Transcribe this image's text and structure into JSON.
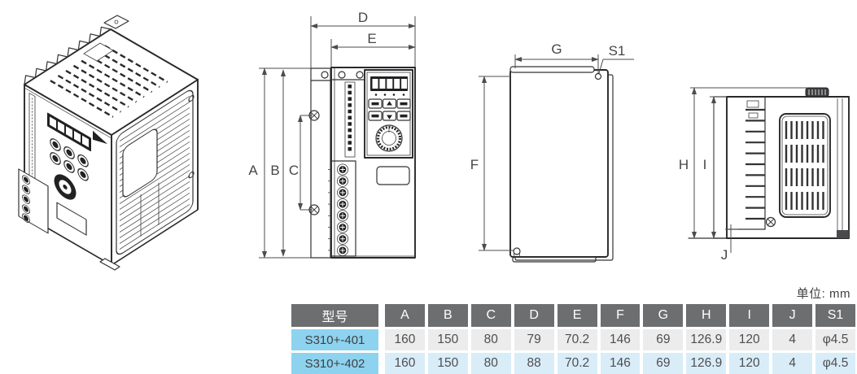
{
  "unit_label": "单位: mm",
  "dims": {
    "front": {
      "a": "A",
      "b": "B",
      "c": "C",
      "d": "D",
      "e": "E"
    },
    "back": {
      "f": "F",
      "g": "G",
      "s1": "S1"
    },
    "side": {
      "h": "H",
      "i": "I",
      "j": "J"
    }
  },
  "table": {
    "header": [
      "型号",
      "A",
      "B",
      "C",
      "D",
      "E",
      "F",
      "G",
      "H",
      "I",
      "J",
      "S1"
    ],
    "rows": [
      [
        "S310+-401",
        "160",
        "150",
        "80",
        "79",
        "70.2",
        "146",
        "69",
        "126.9",
        "120",
        "4",
        "φ4.5"
      ],
      [
        "S310+-402",
        "160",
        "150",
        "80",
        "88",
        "70.2",
        "146",
        "69",
        "126.9",
        "120",
        "4",
        "φ4.5"
      ]
    ]
  },
  "colors": {
    "header_bg": "#6d6e70",
    "model_bg": "#8dd3f0",
    "row_gray": "#ebeceb",
    "row_blue": "#d9edf9",
    "line": "#333335",
    "text": "#414042"
  }
}
